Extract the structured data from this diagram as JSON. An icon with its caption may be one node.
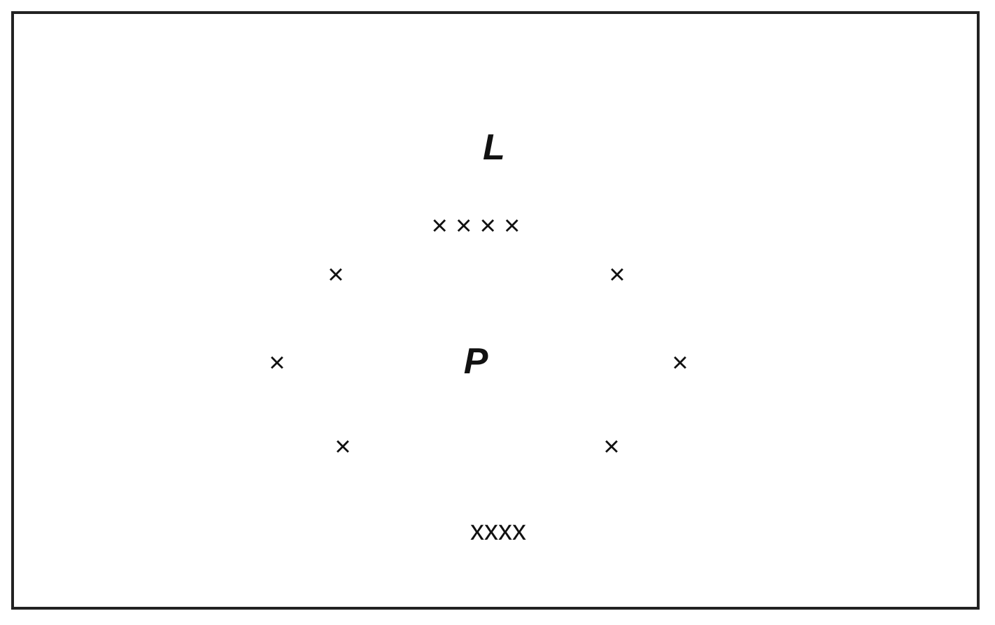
{
  "diagram": {
    "labels": [
      "L",
      "× × × ×",
      "×",
      "×",
      "×",
      "P",
      "×",
      "×",
      "×",
      "xxxx"
    ]
  }
}
